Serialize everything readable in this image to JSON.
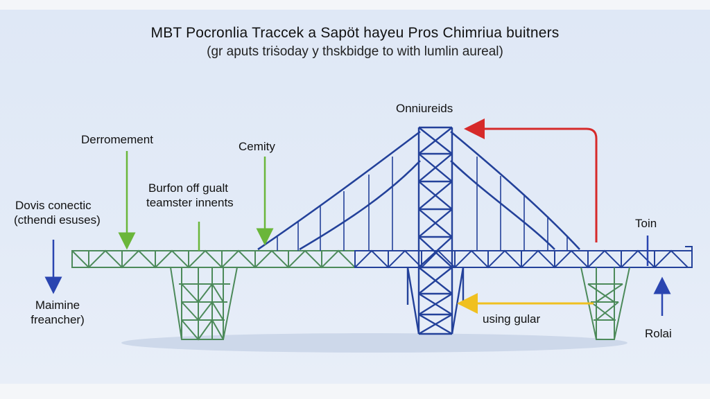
{
  "title": "MBT Pocronlia Traccek a Sapöt hayeu Pros Chimriua buitners",
  "subtitle": "(ɡr aputs triṡoday y thskbidge to with lumlin aureal)",
  "labels": {
    "top_tower": "Onniureids",
    "derromement": "Derromement",
    "cemity": "Cemity",
    "burfon_line1": "Burfon off gualt",
    "burfon_line2": "teamster innents",
    "dovis_line1": "Dovis conectic",
    "dovis_line2": "(cthendi esuses)",
    "maimine_line1": "Maimine",
    "maimine_line2": "freancher)",
    "toin": "Toin",
    "using_gular": "using gular",
    "rolai": "Rolai"
  },
  "colors": {
    "background": "#e1e9f6",
    "bridge_blue": "#23419a",
    "truss_green": "#4c8a5a",
    "arrow_green": "#6ab63a",
    "arrow_red": "#d62a2a",
    "arrow_yellow": "#f0c020",
    "arrow_blue": "#2a45b0"
  }
}
